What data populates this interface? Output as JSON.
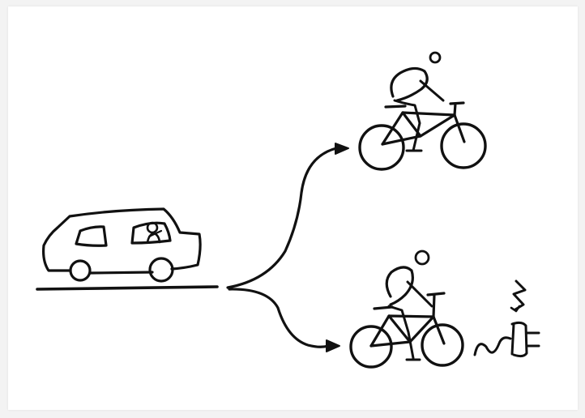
{
  "colors": {
    "ink": "#111111",
    "background": "#ffffff",
    "frame": "#f3f3f3"
  },
  "diagram": {
    "nodes": [
      {
        "id": "car",
        "icon": "car-with-driver-icon"
      },
      {
        "id": "bicycle",
        "icon": "cyclist-on-bicycle-icon"
      },
      {
        "id": "e-bike",
        "icon": "cyclist-on-electric-bicycle-icon"
      }
    ],
    "edges": [
      {
        "from": "car",
        "to": "bicycle"
      },
      {
        "from": "car",
        "to": "e-bike"
      }
    ]
  }
}
